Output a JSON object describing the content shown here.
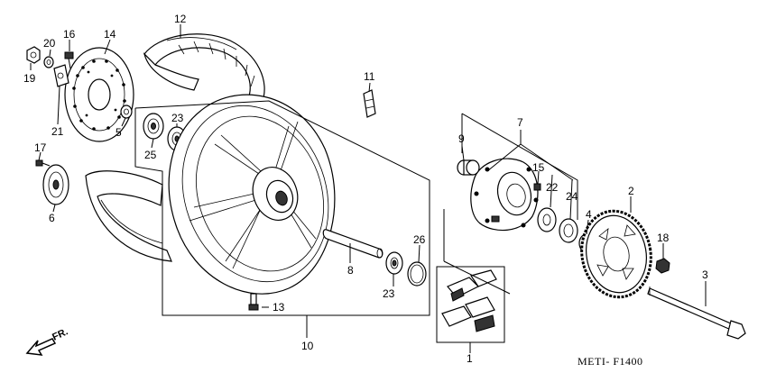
{
  "diagram_code": "METI- F1400",
  "direction_label": "FR.",
  "callouts": [
    {
      "id": "c1",
      "number": "1"
    },
    {
      "id": "c2",
      "number": "2"
    },
    {
      "id": "c3",
      "number": "3"
    },
    {
      "id": "c4",
      "number": "4"
    },
    {
      "id": "c5",
      "number": "5"
    },
    {
      "id": "c6",
      "number": "6"
    },
    {
      "id": "c7",
      "number": "7"
    },
    {
      "id": "c8",
      "number": "8"
    },
    {
      "id": "c9",
      "number": "9"
    },
    {
      "id": "c10",
      "number": "10"
    },
    {
      "id": "c11",
      "number": "11"
    },
    {
      "id": "c12",
      "number": "12"
    },
    {
      "id": "c13",
      "number": "13"
    },
    {
      "id": "c14",
      "number": "14"
    },
    {
      "id": "c15",
      "number": "15"
    },
    {
      "id": "c16",
      "number": "16"
    },
    {
      "id": "c17",
      "number": "17"
    },
    {
      "id": "c18",
      "number": "18"
    },
    {
      "id": "c19",
      "number": "19"
    },
    {
      "id": "c20",
      "number": "20"
    },
    {
      "id": "c21",
      "number": "21"
    },
    {
      "id": "c22",
      "number": "22"
    },
    {
      "id": "c23a",
      "number": "23"
    },
    {
      "id": "c23b",
      "number": "23"
    },
    {
      "id": "c24",
      "number": "24"
    },
    {
      "id": "c25",
      "number": "25"
    },
    {
      "id": "c26",
      "number": "26"
    }
  ]
}
